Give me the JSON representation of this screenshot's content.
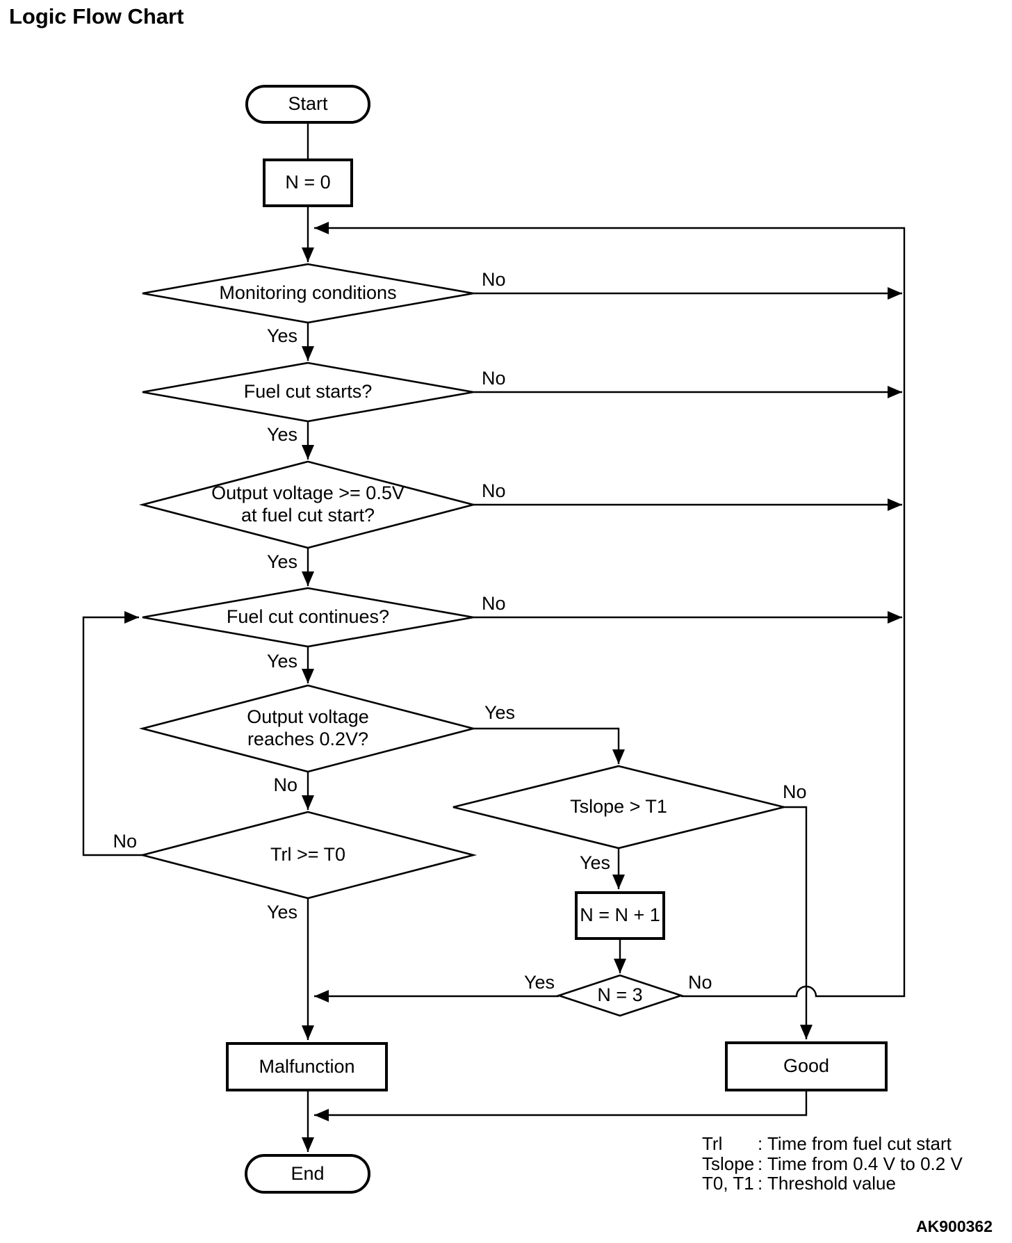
{
  "title": "Logic Flow Chart",
  "figure_code": "AK900362",
  "labels": {
    "yes": "Yes",
    "no": "No"
  },
  "nodes": {
    "start": "Start",
    "init": "N = 0",
    "monitoring_conditions": "Monitoring conditions",
    "fuel_cut_starts": "Fuel cut starts?",
    "output_voltage_at_start": "Output voltage >= 0.5V\nat fuel cut start?",
    "fuel_cut_continues": "Fuel cut continues?",
    "output_voltage_reaches": "Output voltage\nreaches 0.2V?",
    "tslope_gt_t1": "Tslope > T1",
    "trl_ge_t0": "Trl >= T0",
    "increment_n": "N = N + 1",
    "n_equals_3": "N = 3",
    "malfunction": "Malfunction",
    "good": "Good",
    "end": "End"
  },
  "legend": {
    "items": [
      {
        "term": "Trl",
        "desc": ": Time from fuel cut start"
      },
      {
        "term": "Tslope",
        "desc": ": Time from 0.4 V to 0.2 V"
      },
      {
        "term": "T0, T1",
        "desc": ": Threshold value"
      }
    ]
  }
}
